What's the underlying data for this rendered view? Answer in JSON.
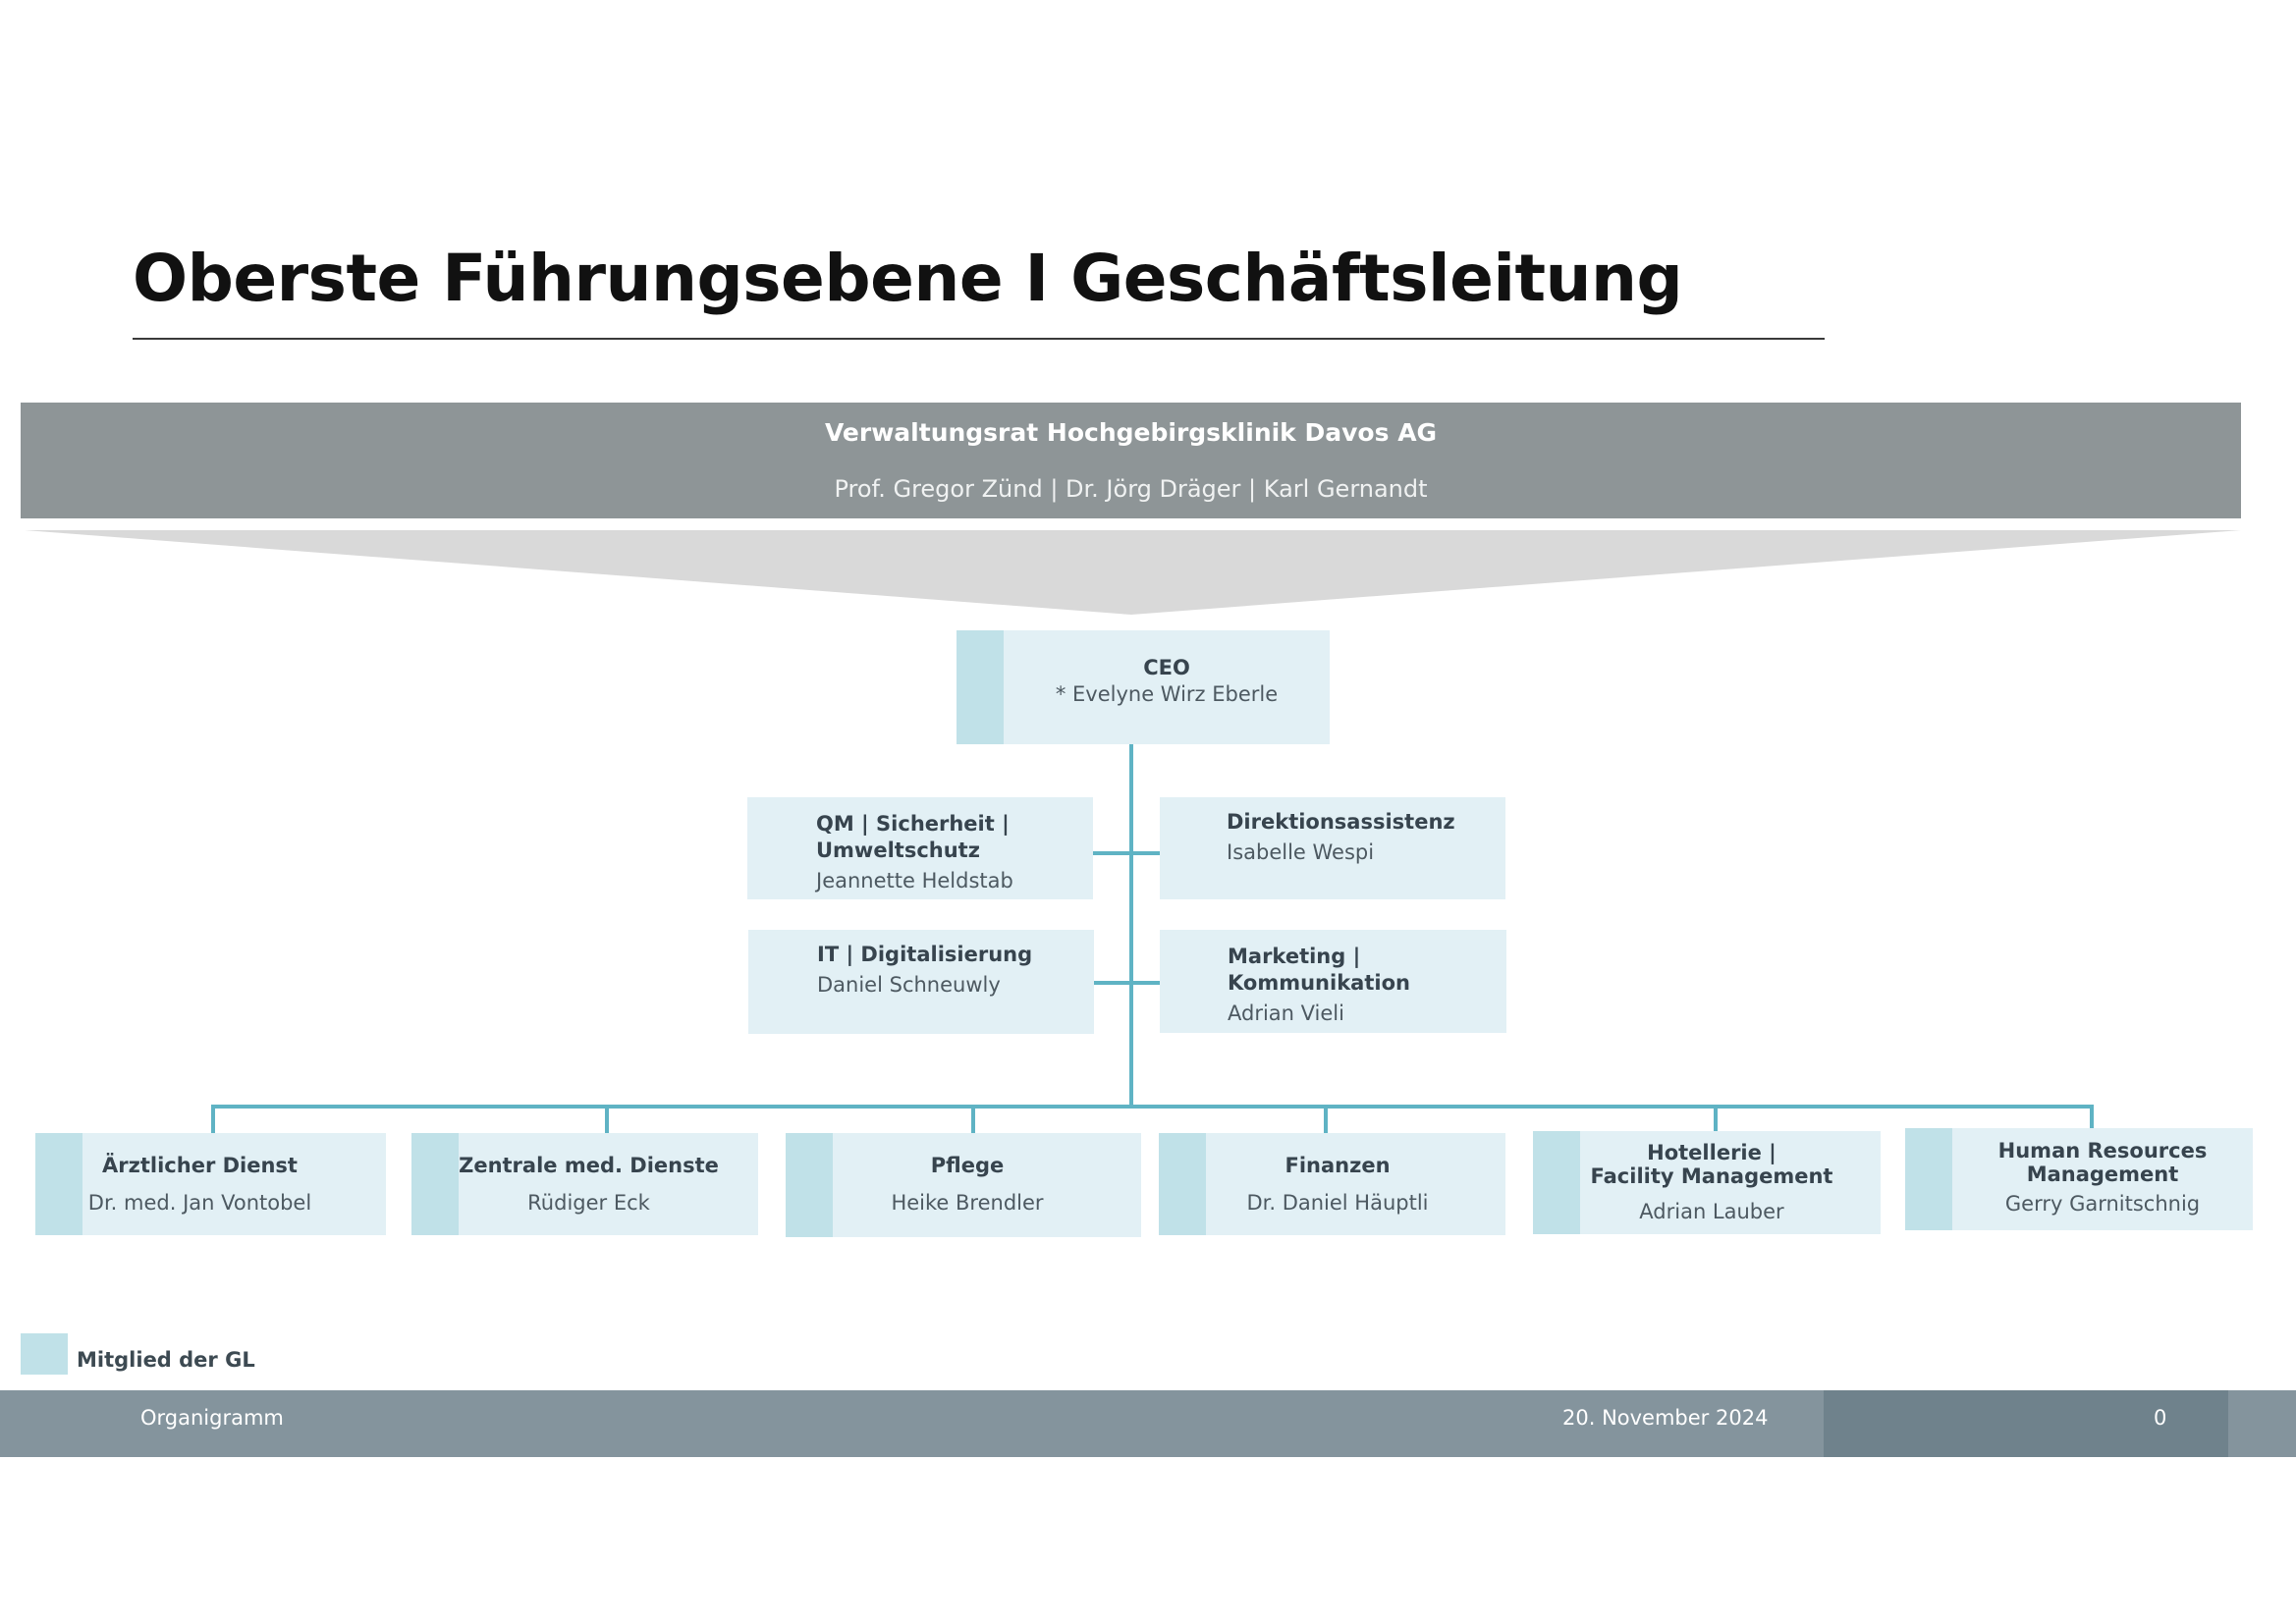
{
  "page": {
    "title": "Oberste Führungsebene I Geschäftsleitung"
  },
  "board": {
    "title": "Verwaltungsrat Hochgebirgsklinik Davos AG",
    "members": "Prof. Gregor Zünd  |  Dr. Jörg Dräger  |  Karl Gernandt"
  },
  "ceo": {
    "title": "CEO",
    "name": "* Evelyne Wirz Eberle"
  },
  "staff": [
    {
      "title_lines": [
        "QM | Sicherheit  |",
        "Umweltschutz"
      ],
      "name": "Jeannette Heldstab"
    },
    {
      "title_lines": [
        "Direktionsassistenz"
      ],
      "name": "Isabelle Wespi"
    },
    {
      "title_lines": [
        "IT | Digitalisierung"
      ],
      "name": "Daniel Schneuwly"
    },
    {
      "title_lines": [
        "Marketing |",
        "Kommunikation"
      ],
      "name": "Adrian Vieli"
    }
  ],
  "departments": [
    {
      "title_lines": [
        "Ärztlicher Dienst"
      ],
      "name": "Dr. med. Jan Vontobel"
    },
    {
      "title_lines": [
        "Zentrale med. Dienste"
      ],
      "name": "Rüdiger Eck"
    },
    {
      "title_lines": [
        "Pflege"
      ],
      "name": "Heike Brendler"
    },
    {
      "title_lines": [
        "Finanzen"
      ],
      "name": "Dr. Daniel Häuptli"
    },
    {
      "title_lines": [
        "Hotellerie |",
        "Facility Management"
      ],
      "name": "Adrian Lauber"
    },
    {
      "title_lines": [
        "Human Resources",
        "Management"
      ],
      "name": "Gerry Garnitschnig"
    }
  ],
  "legend": {
    "label": "Mitglied der GL",
    "color": "#c0e1e8"
  },
  "footer": {
    "left": "Organigramm",
    "date": "20. November 2024",
    "page_number": "0"
  },
  "colors": {
    "connector": "#5fb3c4",
    "box_fill": "#e2f0f5",
    "stripe": "#c0e1e8",
    "board": "#8e9597",
    "footer": "#84949d"
  }
}
